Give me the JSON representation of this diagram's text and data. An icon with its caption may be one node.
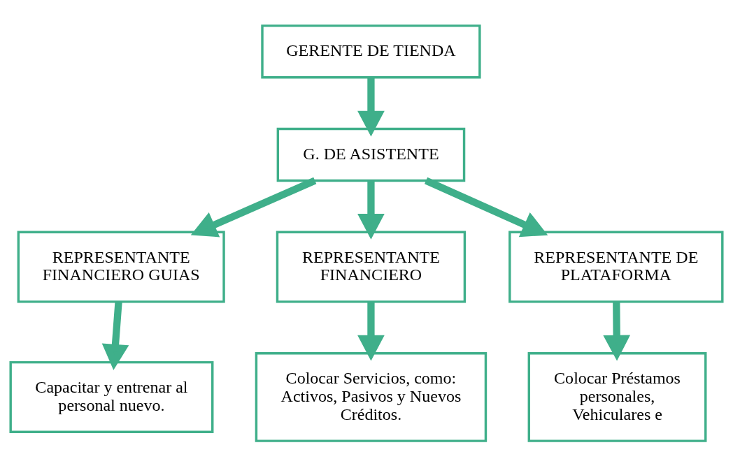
{
  "diagram": {
    "nodes": [
      {
        "text": [
          "GERENTE DE TIENDA"
        ]
      },
      {
        "text": [
          "G. DE ASISTENTE"
        ]
      },
      {
        "text": [
          "REPRESENTANTE FINANCIERO GUIAS"
        ]
      },
      {
        "text": [
          "REPRESENTANTE FINANCIERO"
        ]
      },
      {
        "text": [
          "REPRESENTANTE DE PLATAFORMA"
        ]
      },
      {
        "text": [
          "Capacitar y entrenar al personal nuevo."
        ]
      },
      {
        "text": [
          "Colocar Servicios, como: Activos, Pasivos y Nuevos Créditos."
        ]
      },
      {
        "text": [
          "Colocar Préstamos personales, Vehiculares e"
        ]
      }
    ],
    "edges": [
      {
        "from": 0,
        "to": 1,
        "arrow": "to"
      },
      {
        "from": 1,
        "to": 2,
        "arrow": "to"
      },
      {
        "from": 1,
        "to": 3,
        "arrow": "to"
      },
      {
        "from": 1,
        "to": 4,
        "arrow": "to"
      },
      {
        "from": 2,
        "to": 5,
        "arrow": "to"
      },
      {
        "from": 3,
        "to": 6,
        "arrow": "to"
      },
      {
        "from": 4,
        "to": 7,
        "arrow": "to"
      }
    ]
  }
}
